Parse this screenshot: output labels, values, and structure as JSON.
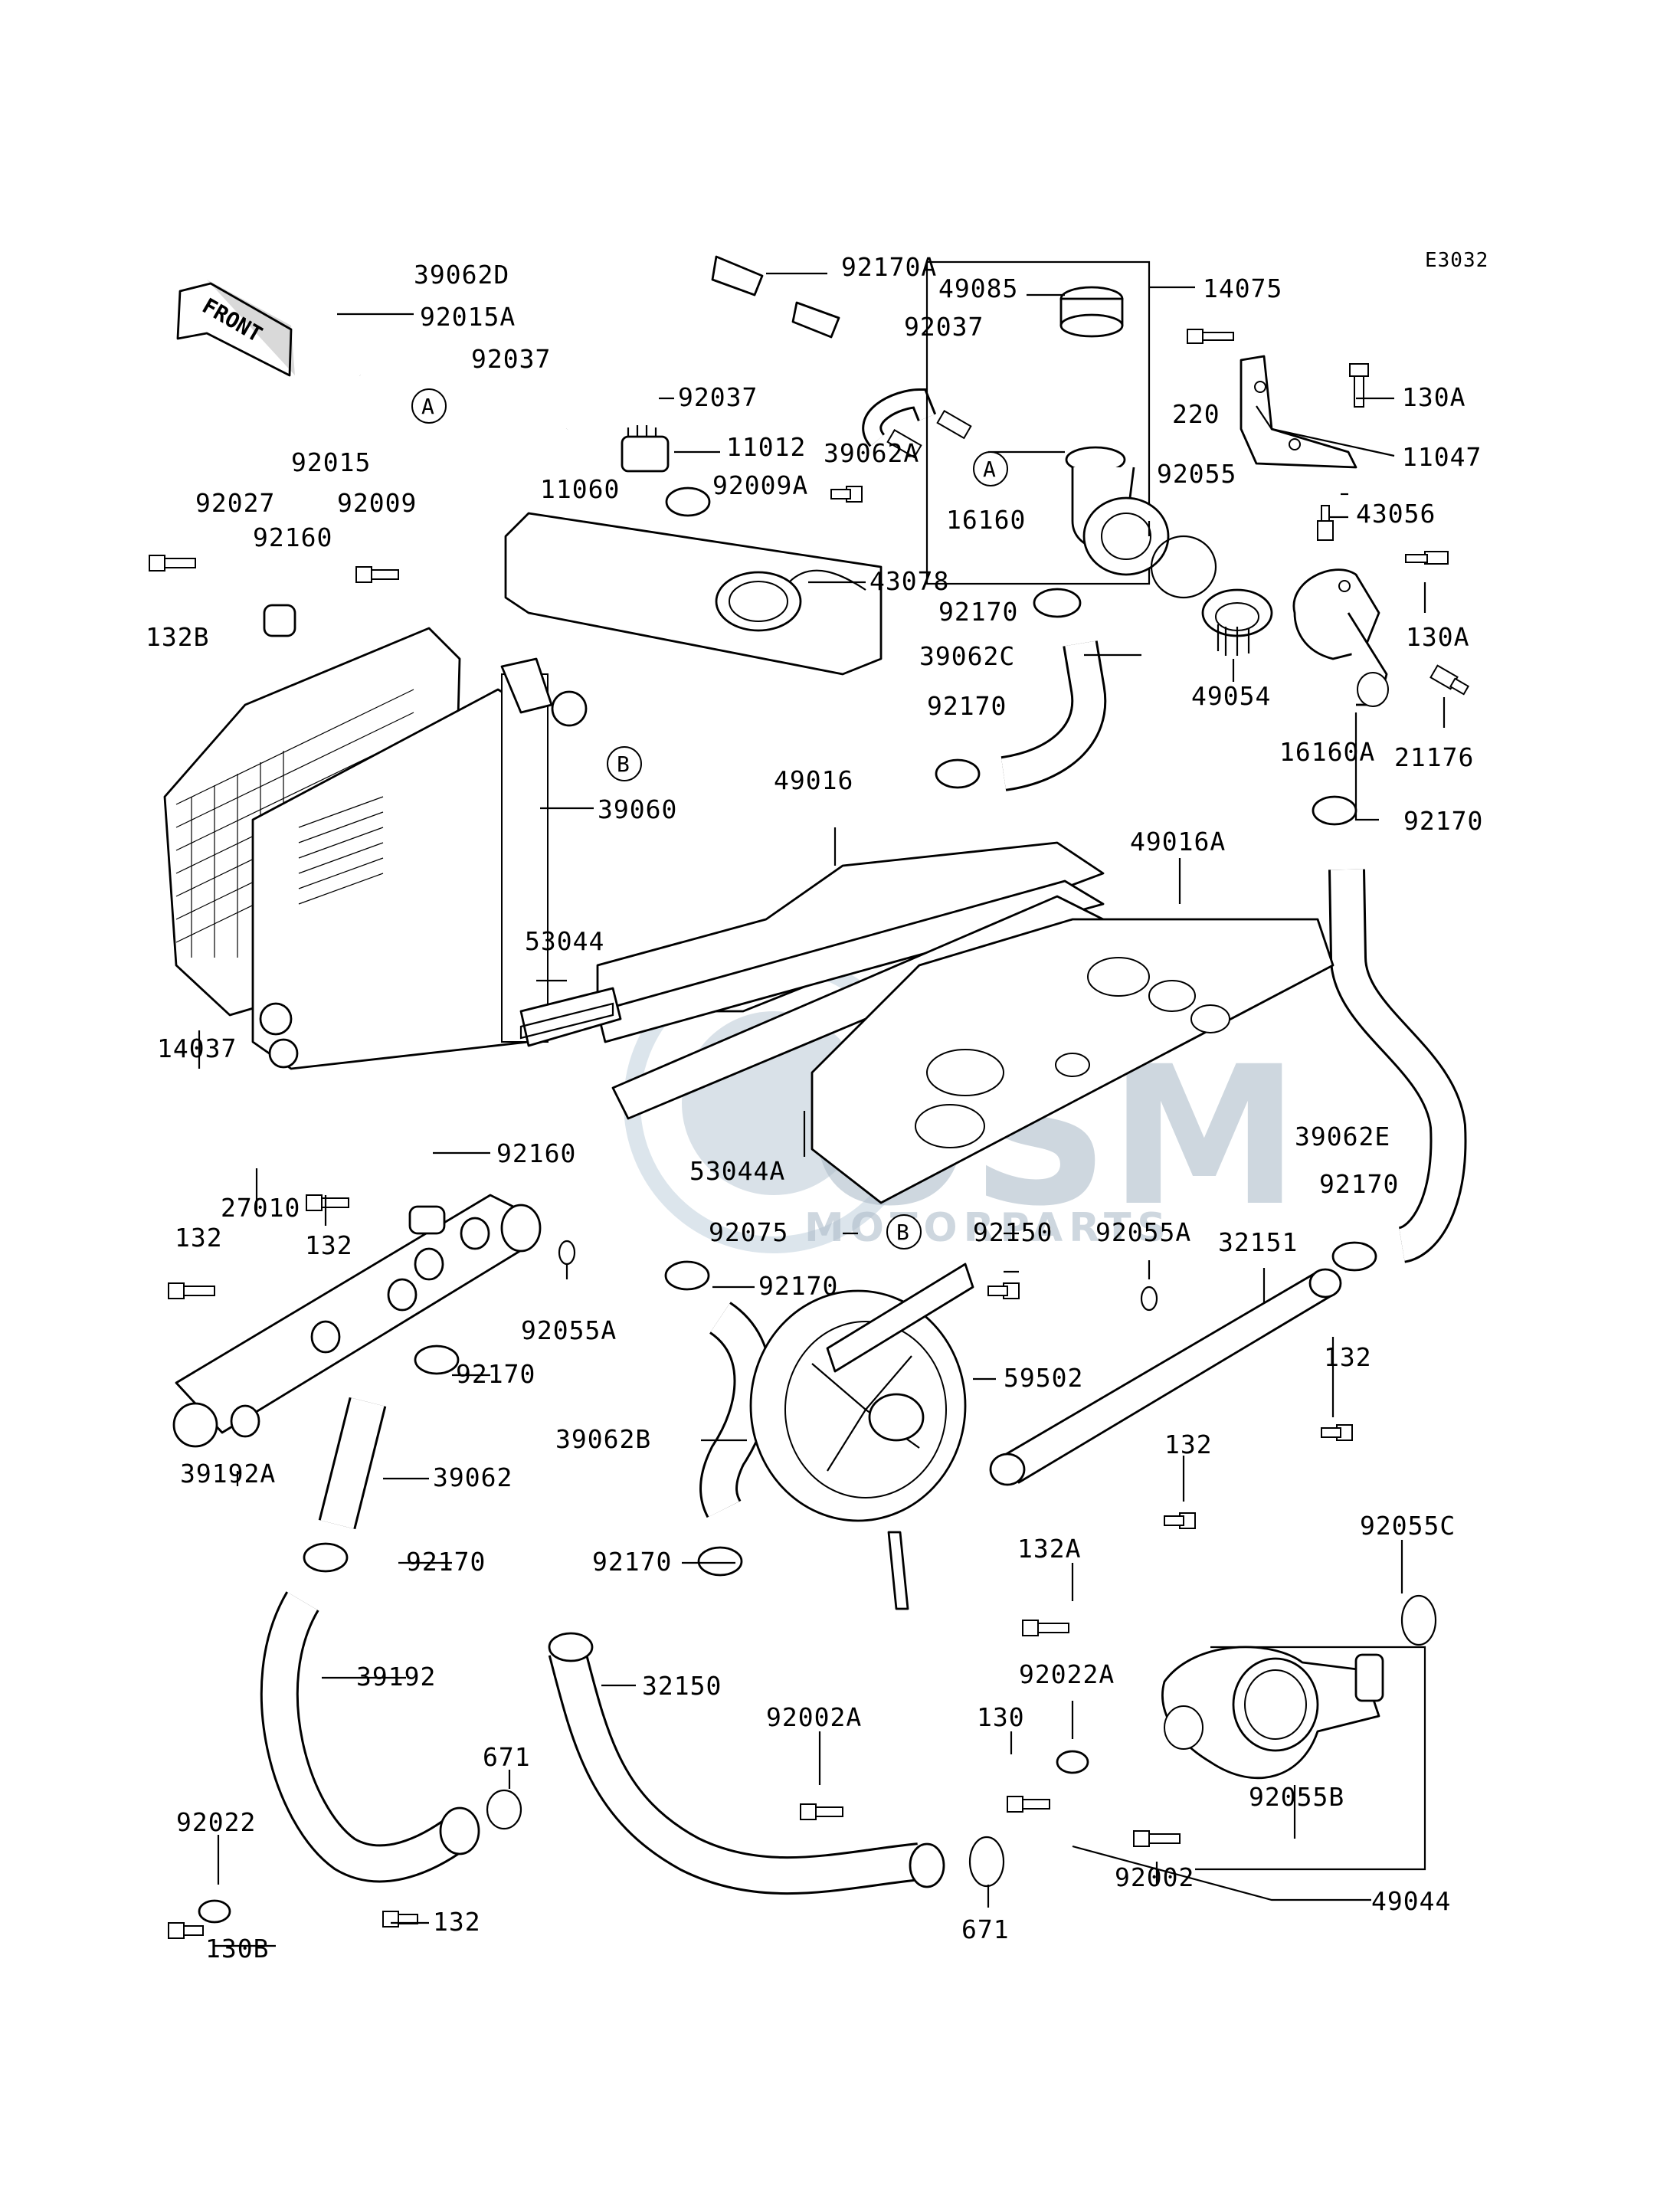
{
  "diagram": {
    "ref_code": "E3032",
    "front_label": "FRONT",
    "watermark": {
      "logo_text": "OSM",
      "sub_text": "MOTORPARTS"
    },
    "callouts": [
      "A",
      "B"
    ],
    "parts": [
      "39062D",
      "92170A",
      "49085",
      "14075",
      "92015A",
      "92037",
      "92037",
      "92037",
      "11012",
      "39062A",
      "220",
      "130A",
      "11047",
      "92015",
      "11060",
      "92009A",
      "16160",
      "92055",
      "43056",
      "92027",
      "92009",
      "92160",
      "43078",
      "132B",
      "130A",
      "92170",
      "39062C",
      "49054",
      "16160A",
      "21176",
      "92170",
      "39060",
      "49016",
      "92170",
      "49016A",
      "53044",
      "14037",
      "39062E",
      "53044A",
      "92160",
      "92170",
      "27010",
      "132",
      "132",
      "92075",
      "92150",
      "92055A",
      "32151",
      "92170",
      "92055A",
      "92170",
      "132",
      "59502",
      "39062B",
      "39192A",
      "39062",
      "132",
      "92055C",
      "92170",
      "132A",
      "92170",
      "39192",
      "32150",
      "92022A",
      "92002A",
      "130",
      "671",
      "92022",
      "92055B",
      "92002",
      "671",
      "130B",
      "132",
      "49044"
    ]
  }
}
